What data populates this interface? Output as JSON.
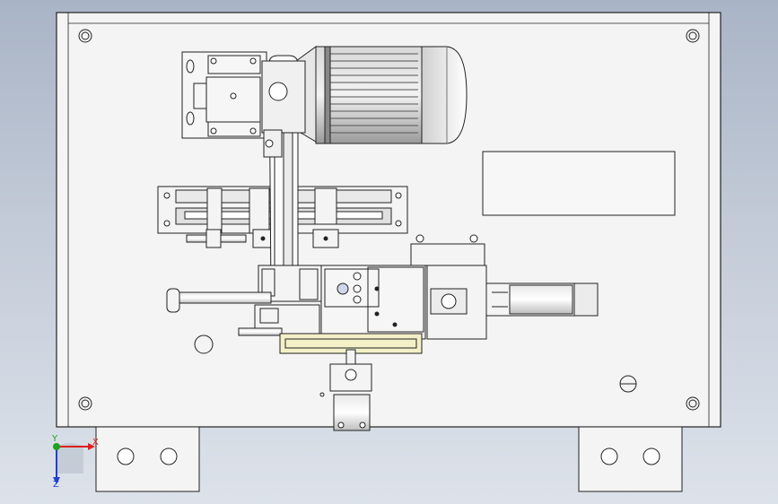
{
  "triad": {
    "x_label": "X",
    "y_label": "Y",
    "z_label": "Z",
    "x_color": "#e02020",
    "y_color": "#20a020",
    "z_color": "#2040d0"
  },
  "colors": {
    "background_top": "#a9b4c6",
    "background_bottom": "#dde2ea",
    "plate_fill": "#f4f4f4",
    "line": "#222222",
    "motor_dark": "#7c7c7c",
    "cover_yellow": "#f3f0c8"
  }
}
